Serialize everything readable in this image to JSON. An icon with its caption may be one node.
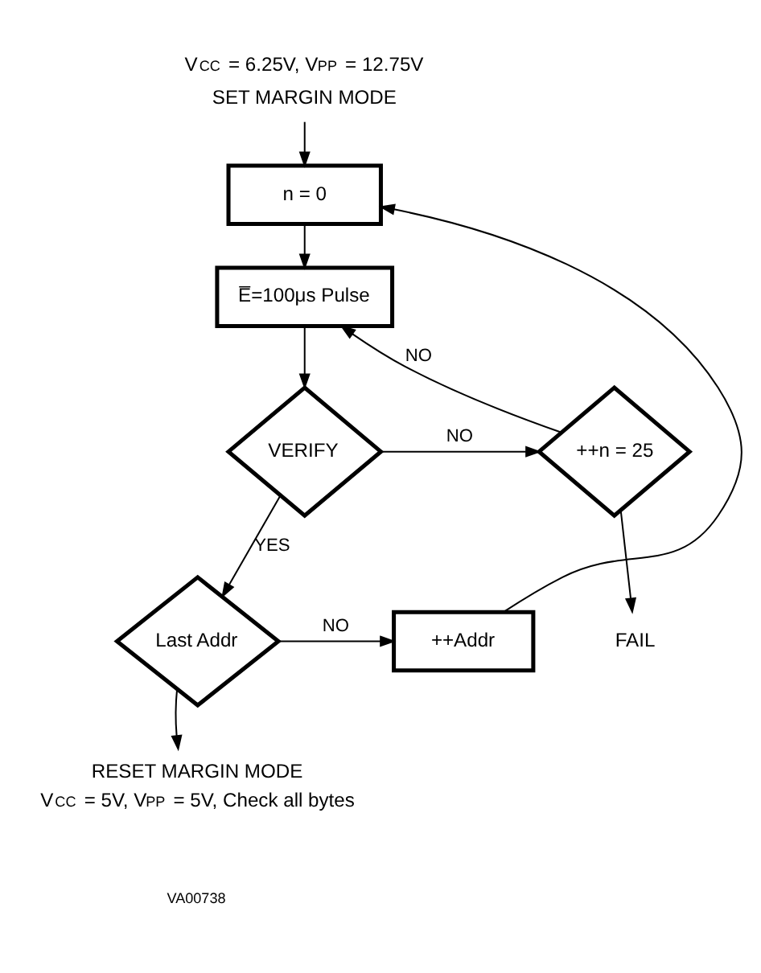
{
  "diagram": {
    "nodes": [
      {
        "text": [
          "V$_{CC}$ = 6.25V, V$_{PP}$ = 12.75V",
          "SET MARGIN MODE"
        ]
      },
      {
        "text": [
          "n = 0"
        ]
      },
      {
        "text": [
          "E̅=100μs Pulse"
        ]
      },
      {
        "text": [
          "VERIFY"
        ]
      },
      {
        "text": [
          "++n = 25"
        ]
      },
      {
        "text": [
          "++Addr"
        ]
      },
      {
        "text": [
          "Last Addr"
        ]
      },
      {
        "text": [
          "FAIL"
        ]
      },
      {
        "text": [
          "RESET MARGIN MODE",
          "V$_{CC}$ = 5V, V$_{PP}$ = 5V, Check all bytes"
        ]
      }
    ],
    "edges": [
      {
        "from": 0,
        "to": 1,
        "arrow": "to"
      },
      {
        "from": 5,
        "to": 1,
        "arrow": "to"
      },
      {
        "from": 1,
        "to": 2,
        "arrow": "to"
      },
      {
        "from": 2,
        "to": 3,
        "arrow": "to"
      },
      {
        "from": 3,
        "to": 4,
        "arrow": "to",
        "label": "NO"
      },
      {
        "from": 4,
        "to": 2,
        "arrow": "to",
        "label": "NO"
      },
      {
        "from": 4,
        "to": 7,
        "arrow": "to"
      },
      {
        "from": 3,
        "to": 6,
        "arrow": "to",
        "label": "YES"
      },
      {
        "from": 6,
        "to": 5,
        "arrow": "to",
        "label": "NO"
      },
      {
        "from": 6,
        "to": 8,
        "arrow": "to"
      }
    ],
    "labels": [
      "VA00738"
    ]
  }
}
